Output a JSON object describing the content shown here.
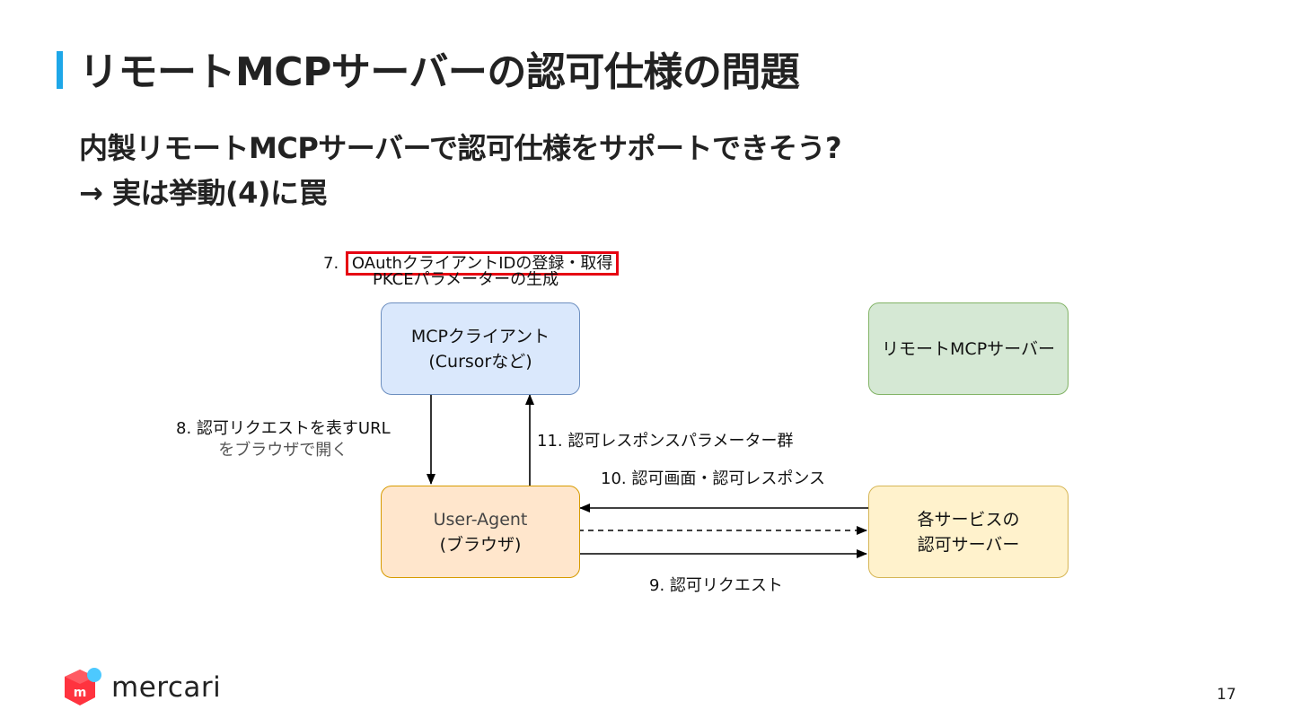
{
  "slide": {
    "title": "リモートMCPサーバーの認可仕様の問題",
    "subtitle_line1": "内製リモートMCPサーバーで認可仕様をサポートできそう?",
    "subtitle_line2": "→ 実は挙動(4)に罠",
    "page_number": "17"
  },
  "diagram": {
    "mcp_client": {
      "line1": "MCPクライアント",
      "line2": "(Cursorなど)"
    },
    "remote_mcp_server": {
      "label": "リモートMCPサーバー"
    },
    "user_agent": {
      "line1": "User-Agent",
      "line2": "(ブラウザ)"
    },
    "auth_server": {
      "line1": "各サービスの",
      "line2": "認可サーバー"
    },
    "step7": {
      "prefix": "7. ",
      "highlighted": "OAuthクライアントIDの登録・取得"
    },
    "step7_sub": "PKCEパラメーターの生成",
    "step8": {
      "line1": "8. 認可リクエストを表すURL",
      "line2": "をブラウザで開く"
    },
    "step9": "9. 認可リクエスト",
    "step10": "10. 認可画面・認可レスポンス",
    "step11": "11. 認可レスポンスパラメーター群",
    "highlight_color": "#e60012"
  },
  "brand": {
    "logo_text": "mercari",
    "logo_icon": "mercari-box-icon",
    "colors": {
      "box_red": "#ff333f",
      "dot_blue": "#4dc9ff",
      "accent": "#1ea7e8"
    }
  }
}
